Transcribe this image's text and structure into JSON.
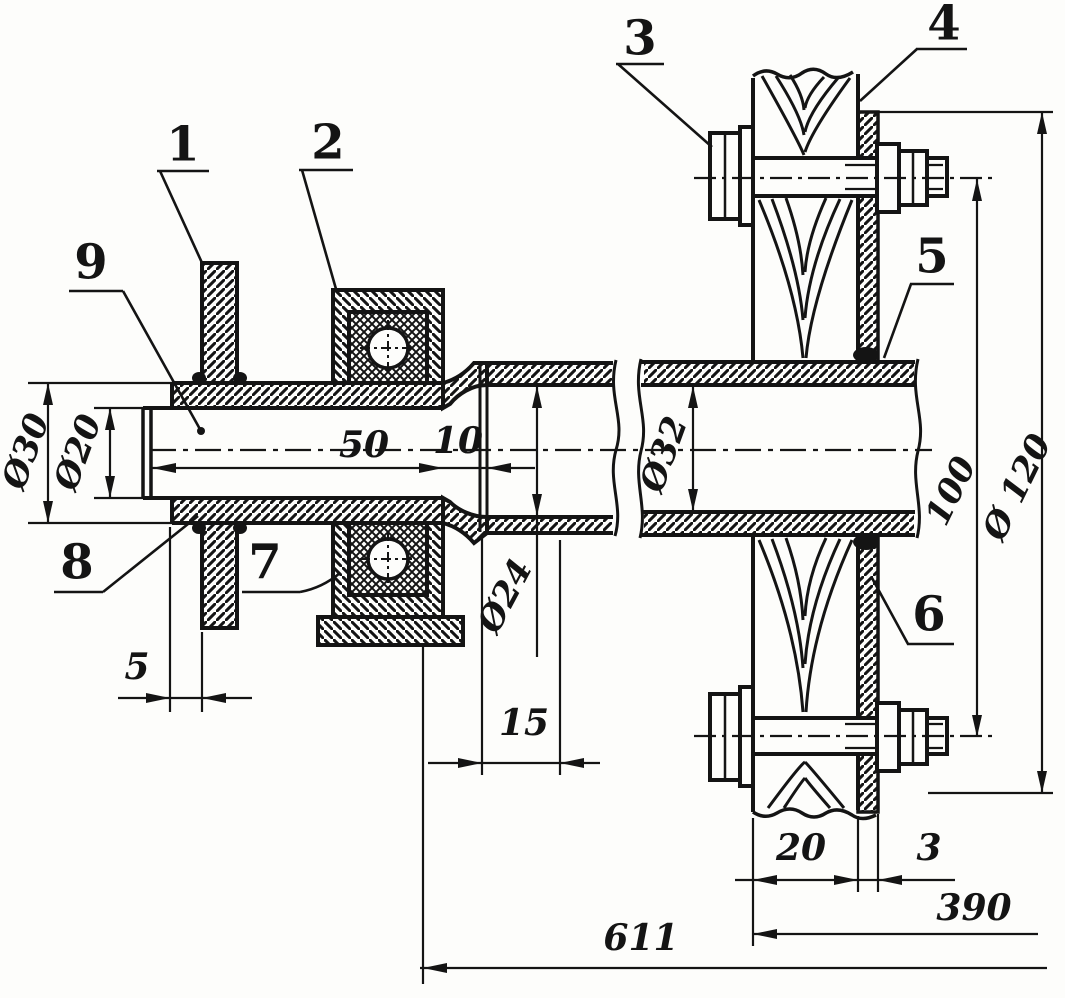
{
  "drawing": {
    "kind": "technical cross-section, axle and wooden wheel assembly",
    "colors": {
      "ink": "#141414",
      "paper": "#fdfdfb"
    }
  },
  "parts": {
    "p1": "1",
    "p2": "2",
    "p3": "3",
    "p4": "4",
    "p5": "5",
    "p6": "6",
    "p7": "7",
    "p8": "8",
    "p9": "9"
  },
  "dims": {
    "d30": "Ø30",
    "d20": "Ø20",
    "l50": "50",
    "l10": "10",
    "d24": "Ø24",
    "d32": "Ø32",
    "l5": "5",
    "l15": "15",
    "l100": "100",
    "d120": "Ø 120",
    "l20": "20",
    "l3": "3",
    "l390": "390",
    "l611": "611"
  }
}
